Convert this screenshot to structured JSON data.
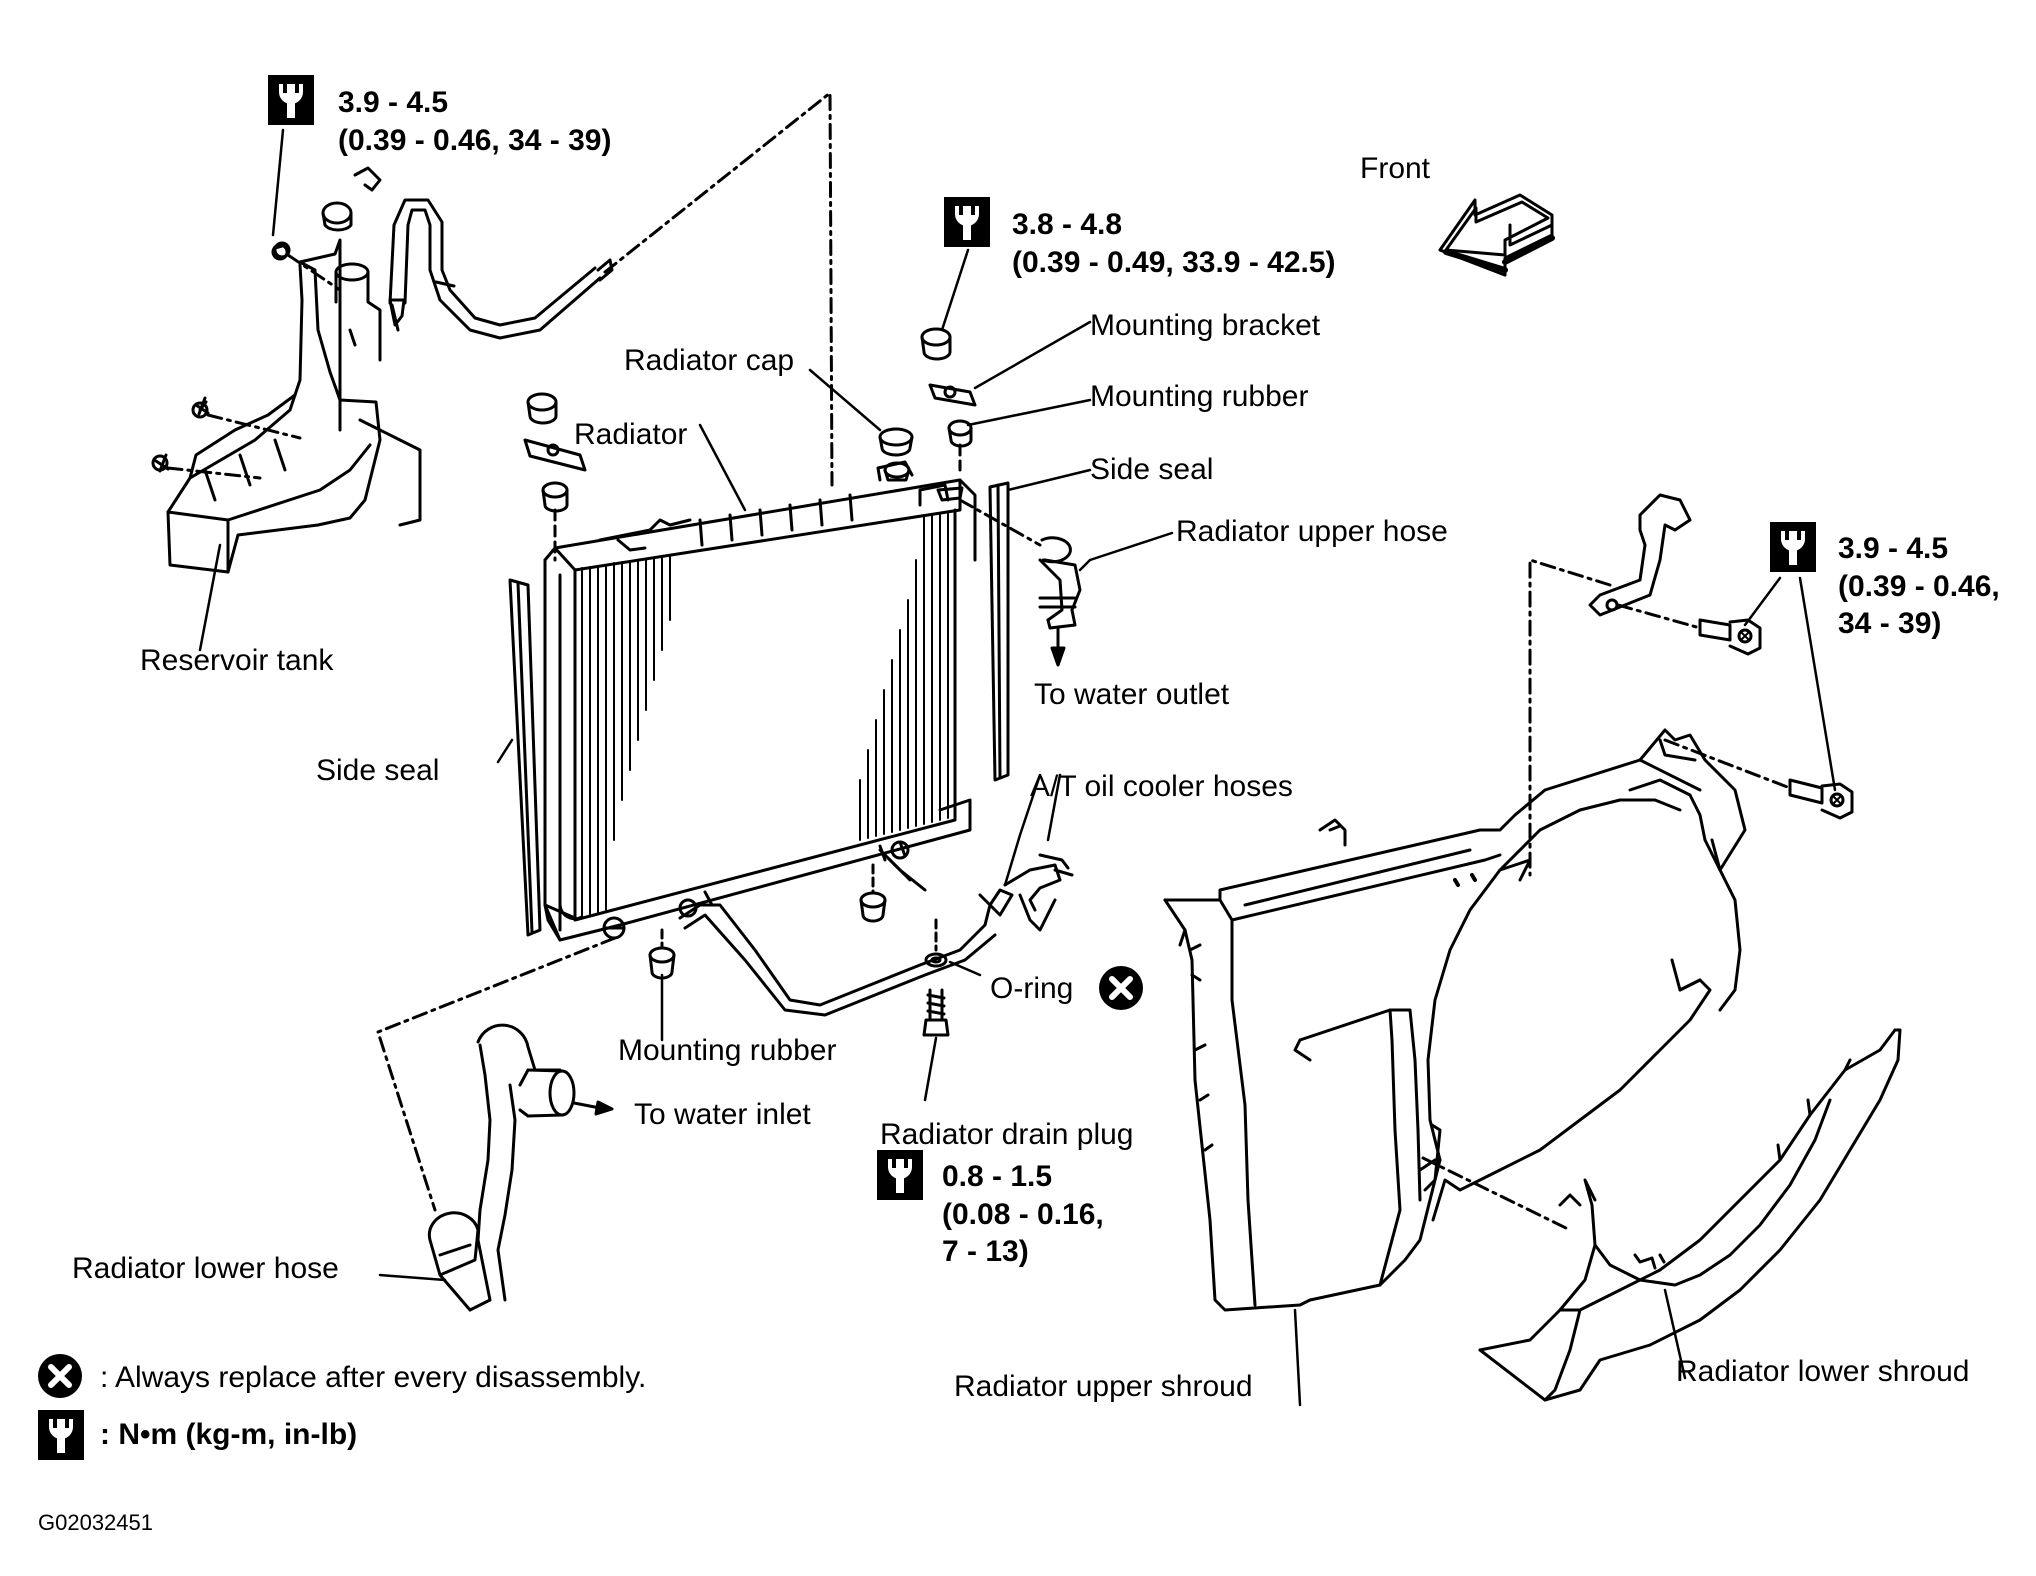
{
  "labels": {
    "front": "Front",
    "reservoir_tank": "Reservoir tank",
    "radiator_cap": "Radiator cap",
    "radiator": "Radiator",
    "mounting_bracket": "Mounting bracket",
    "mounting_rubber_top": "Mounting rubber",
    "side_seal_right": "Side seal",
    "side_seal_left": "Side seal",
    "radiator_upper_hose": "Radiator upper hose",
    "to_water_outlet": "To water outlet",
    "at_oil_cooler_hoses": "A/T oil cooler hoses",
    "o_ring": "O-ring",
    "mounting_rubber_bottom": "Mounting rubber",
    "to_water_inlet": "To water inlet",
    "radiator_drain_plug": "Radiator drain plug",
    "radiator_lower_hose": "Radiator lower hose",
    "radiator_upper_shroud": "Radiator upper shroud",
    "radiator_lower_shroud": "Radiator lower shroud"
  },
  "torque": {
    "reservoir": {
      "l1": "3.9 - 4.5",
      "l2": "(0.39 - 0.46, 34 - 39)"
    },
    "bracket": {
      "l1": "3.8 - 4.8",
      "l2": "(0.39 - 0.49, 33.9 - 42.5)"
    },
    "shroud": {
      "l1": "3.9 - 4.5",
      "l2": "(0.39 - 0.46,",
      "l3": "34 - 39)"
    },
    "drain_plug": {
      "l1": "0.8 - 1.5",
      "l2": "(0.08 - 0.16,",
      "l3": "7 - 13)"
    }
  },
  "legend": {
    "replace": ": Always replace after every disassembly.",
    "units": ":  N•m  (kg-m,  in-lb)"
  },
  "figure_code": "G02032451",
  "icons": [
    "torque-wrench-icon",
    "replace-x-icon",
    "front-arrow-icon"
  ]
}
